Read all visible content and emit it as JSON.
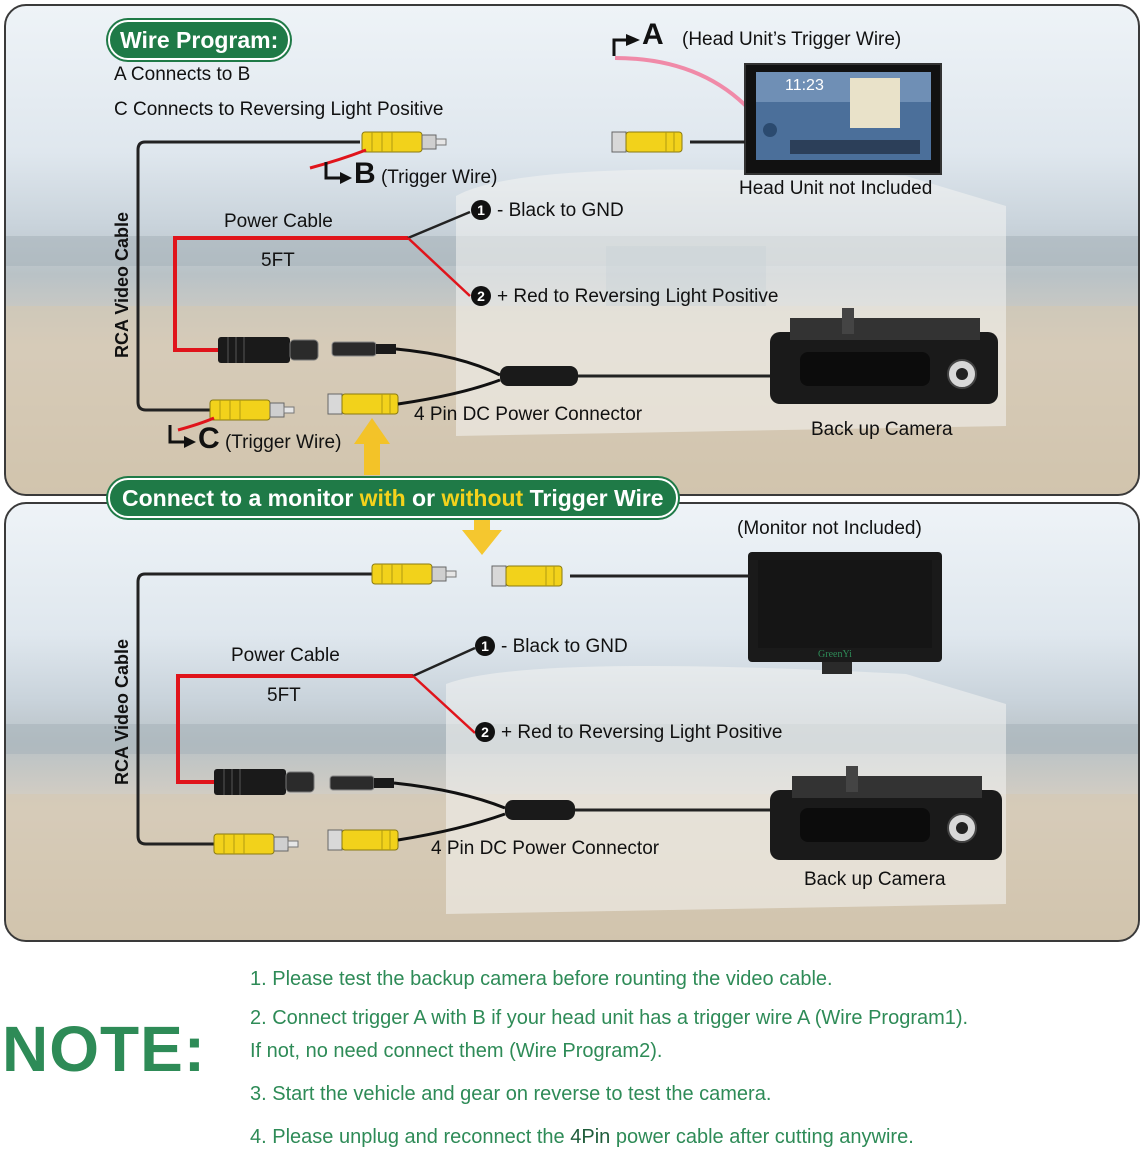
{
  "wire_program": {
    "badge": "Wire Program:",
    "line1": "A Connects to B",
    "line2": "C Connects to Reversing Light Positive"
  },
  "top_panel": {
    "trigger_a_letter": "A",
    "trigger_a_label": "(Head Unit’s Trigger Wire)",
    "head_unit_time": "11:23",
    "head_unit_caption": "Head Unit not Included",
    "trigger_b_letter": "B",
    "trigger_b_label": "(Trigger Wire)",
    "trigger_c_letter": "C",
    "trigger_c_label": "(Trigger Wire)",
    "rca_video_cable": "RCA Video Cable",
    "power_cable": "Power Cable",
    "length": "5FT",
    "wire1_number": "1",
    "wire1_label": "- Black to GND",
    "wire2_number": "2",
    "wire2_label": "+ Red to Reversing Light Positive",
    "connector_label": "4 Pin DC Power Connector",
    "camera_label": "Back up Camera"
  },
  "banner": {
    "part1": "Connect to a monitor ",
    "with": "with",
    "or": " or ",
    "without": "without",
    "part2": " Trigger Wire"
  },
  "bottom_panel": {
    "monitor_caption": "(Monitor not Included)",
    "monitor_brand": "GreenYi",
    "rca_video_cable": "RCA Video Cable",
    "power_cable": "Power Cable",
    "length": "5FT",
    "wire1_number": "1",
    "wire1_label": "- Black to GND",
    "wire2_number": "2",
    "wire2_label": "+ Red to Reversing Light Positive",
    "connector_label": "4 Pin DC Power Connector",
    "camera_label": "Back up Camera"
  },
  "note": {
    "heading": "NOTE:",
    "line1": "1. Please test the backup camera before rounting the video cable.",
    "line2a": "2. Connect trigger A with B if your head unit has a trigger wire A (Wire Program1).",
    "line2b": "If not, no need connect them (Wire Program2).",
    "line3": "3. Start the vehicle and gear on reverse to test the camera.",
    "line4a": "4. Please unplug and reconnect the ",
    "line4b": "4Pin",
    "line4c": " power cable after cutting anywire."
  },
  "colors": {
    "green": "#2e8b57",
    "badge_green": "#1f7a47",
    "highlight_yellow": "#f4d21c",
    "rca_yellow": "#f2d21b",
    "red_wire": "#e0141b",
    "arrow_yellow": "#f6c21a"
  }
}
